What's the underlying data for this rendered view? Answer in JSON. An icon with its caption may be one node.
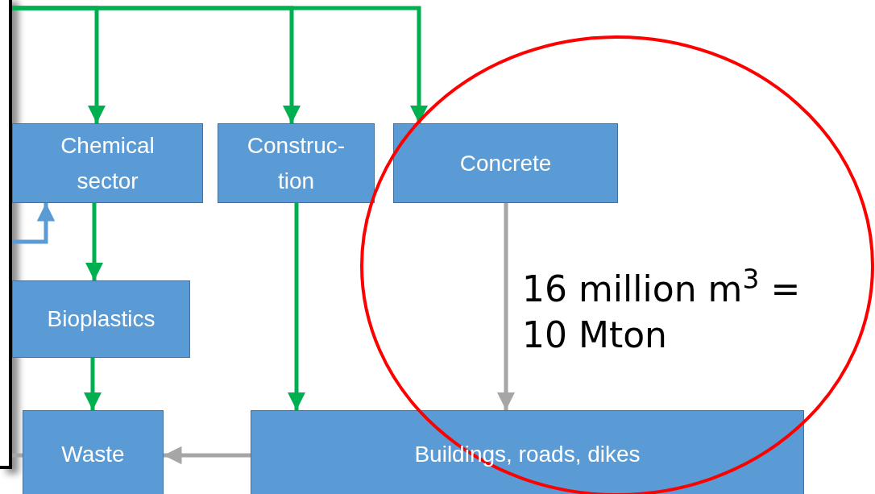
{
  "diagram": {
    "nodes": [
      {
        "text": [
          "Chemical sector"
        ]
      },
      {
        "text": [
          "Construc- tion"
        ]
      },
      {
        "text": [
          "Concrete"
        ]
      },
      {
        "text": [
          "Bioplastics"
        ]
      },
      {
        "text": [
          "Waste"
        ]
      },
      {
        "text": [
          "Buildings, roads, dikes"
        ]
      },
      {
        "text": [],
        "shape": "box"
      }
    ],
    "edges": [
      {
        "from": 6,
        "to": 0,
        "arrow": "to"
      },
      {
        "from": 6,
        "to": 1,
        "arrow": "to"
      },
      {
        "from": 6,
        "to": 2,
        "arrow": "to"
      },
      {
        "from": 6,
        "to": 0,
        "arrow": "to",
        "color": "#5b9bd5"
      },
      {
        "from": 0,
        "to": 3,
        "arrow": "to"
      },
      {
        "from": 3,
        "to": 4,
        "arrow": "to"
      },
      {
        "from": 1,
        "to": 5,
        "arrow": "to"
      },
      {
        "from": 2,
        "to": 5,
        "arrow": "to",
        "color": "#a6a6a6",
        "label": "16 million m$^{3}$ = 10 Mton"
      },
      {
        "from": 5,
        "to": 4,
        "arrow": "to",
        "color": "#a6a6a6"
      },
      {
        "from": 6,
        "to": 4,
        "arrow": "none",
        "color": "#a6a6a6"
      }
    ]
  }
}
